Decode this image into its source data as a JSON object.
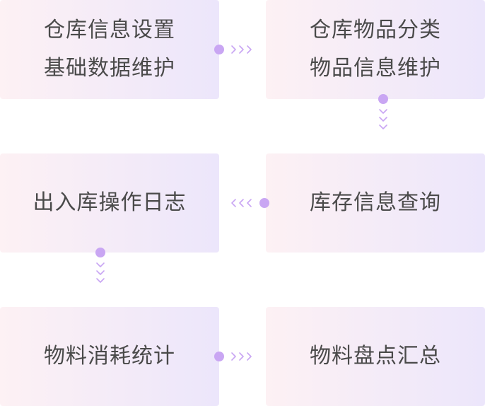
{
  "steps": [
    {
      "lines": [
        "仓库信息设置",
        "基础数据维护"
      ]
    },
    {
      "lines": [
        "仓库物品分类",
        "物品信息维护"
      ]
    },
    {
      "lines": [
        "出入库操作日志"
      ]
    },
    {
      "lines": [
        "库存信息查询"
      ]
    },
    {
      "lines": [
        "物料消耗统计"
      ]
    },
    {
      "lines": [
        "物料盘点汇总"
      ]
    }
  ],
  "colors": {
    "box_start": "#fdf1f4",
    "box_end": "#ece6fb",
    "connector": "#c9a6f3",
    "text": "#4a4a4a"
  },
  "connectors": [
    {
      "from": 1,
      "to": 2,
      "direction": "right"
    },
    {
      "from": 2,
      "to": 4,
      "direction": "down"
    },
    {
      "from": 4,
      "to": 3,
      "direction": "left"
    },
    {
      "from": 3,
      "to": 5,
      "direction": "down"
    },
    {
      "from": 5,
      "to": 6,
      "direction": "right"
    }
  ]
}
